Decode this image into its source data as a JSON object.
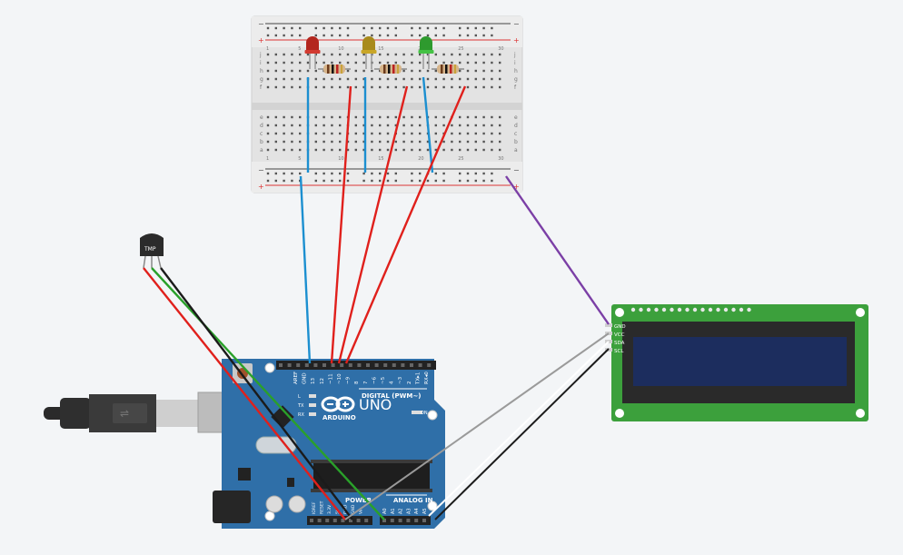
{
  "breadboard": {
    "rail_minus": "−",
    "rail_plus": "+",
    "row_letters_top": [
      "j",
      "i",
      "h",
      "g",
      "f"
    ],
    "row_letters_bottom": [
      "e",
      "d",
      "c",
      "b",
      "a"
    ],
    "column_numbers": [
      "1",
      "5",
      "10",
      "15",
      "20",
      "25",
      "30"
    ]
  },
  "leds": [
    {
      "color_name": "red",
      "body": "#b3261e",
      "top": "#d23a30"
    },
    {
      "color_name": "yellow",
      "body": "#a88a1c",
      "top": "#c9a627"
    },
    {
      "color_name": "green",
      "body": "#2e9a2e",
      "top": "#45c245"
    }
  ],
  "sensor": {
    "label": "TMP"
  },
  "arduino": {
    "brand": "ARDUINO",
    "model": "UNO",
    "digital_label": "DIGITAL (PWM~)",
    "analog_label": "ANALOG IN",
    "power_label": "POWER",
    "on_label": "ON",
    "led_labels": [
      "L",
      "TX",
      "RX"
    ],
    "top_pins": [
      "AREF",
      "GND",
      "13",
      "12",
      "~11",
      "~10",
      "~9",
      "8",
      "7",
      "~6",
      "~5",
      "4",
      "~3",
      "2",
      "TX▸1",
      "RX◂0"
    ],
    "power_pins": [
      "IOREF",
      "RESET",
      "3.3V",
      "5V",
      "GND",
      "GND",
      "Vin"
    ],
    "analog_pins": [
      "A0",
      "A1",
      "A2",
      "A3",
      "A4",
      "A5"
    ]
  },
  "lcd": {
    "pins": [
      "GND",
      "VCC",
      "SDA",
      "SCL"
    ]
  },
  "colors": {
    "background": "#f3f5f7",
    "wire_blue": "#1c8fd0",
    "wire_red": "#e0201c",
    "wire_green": "#2aa02a",
    "wire_black": "#1b1b1b",
    "wire_purple": "#7b3fa6",
    "wire_gray": "#9a9a9a",
    "wire_white": "#ffffff",
    "arduino_board": "#2f6fa8",
    "lcd_board": "#3ca03c",
    "lcd_screen": "#1c2d5e"
  }
}
